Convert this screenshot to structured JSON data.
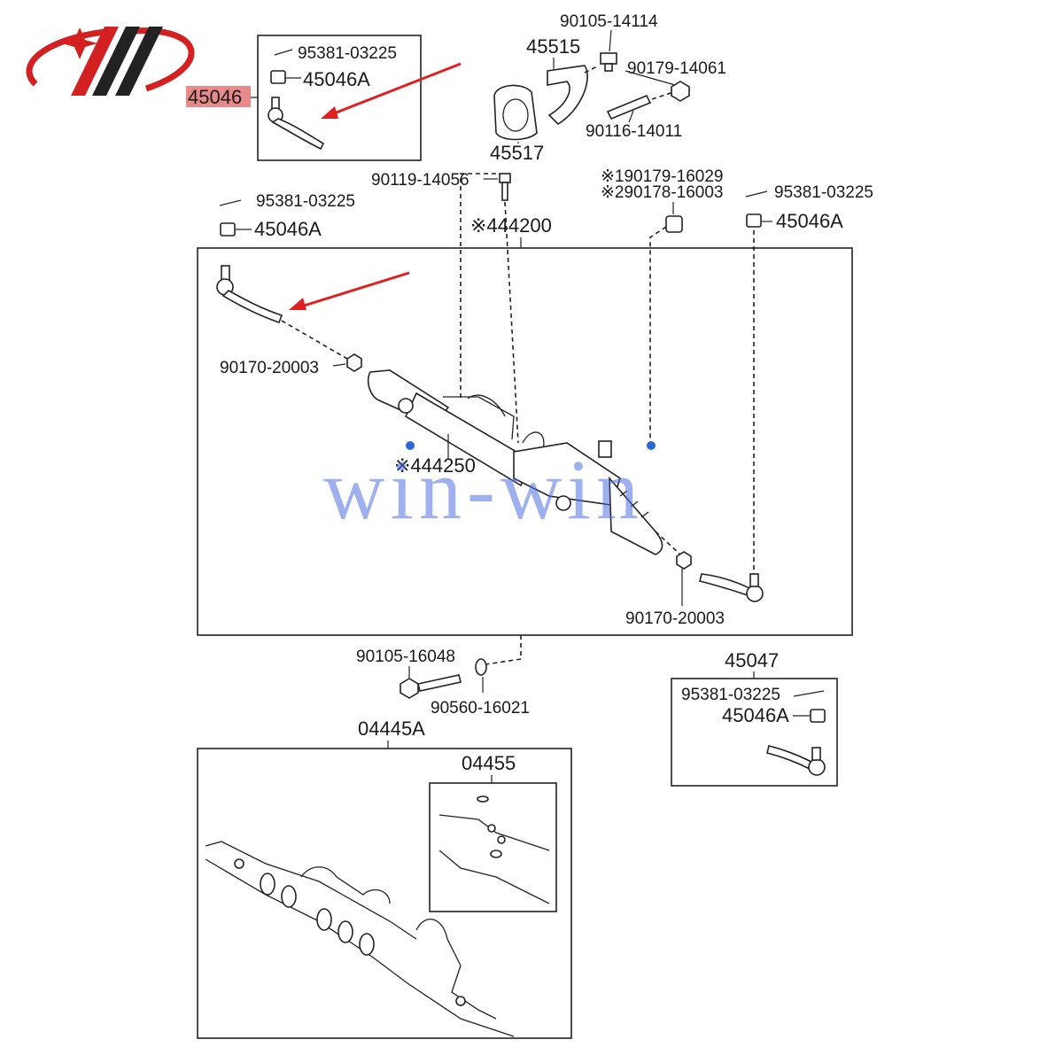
{
  "logo": {
    "brand": "win-win logo"
  },
  "watermark": {
    "text": "win-win"
  },
  "highlight": {
    "color": "#e88a8a",
    "part": "45046"
  },
  "arrow_color": "#e02020",
  "labels": {
    "top_box_part": "45046",
    "top_box_pin": "95381-03225",
    "top_box_nut": "45046A",
    "bolt_top": "90105-14114",
    "bracket": "45515",
    "nut_top_right": "90179-14061",
    "grommet": "45517",
    "stud": "90116-14011",
    "bolt_small": "90119-14056",
    "left_pin": "95381-03225",
    "left_nut": "45046A",
    "assembly": "※444200",
    "note1": "※190179-16029",
    "note2": "※290178-16003",
    "right_pin": "95381-03225",
    "right_nut": "45046A",
    "left_locknut": "90170-20003",
    "rack_housing": "※444250",
    "right_locknut": "90170-20003",
    "bolt_bottom": "90105-16048",
    "washer": "90560-16021",
    "kit_a": "04445A",
    "kit_b": "04455",
    "rh_end_part": "45047",
    "rh_end_pin": "95381-03225",
    "rh_end_nut": "45046A"
  }
}
